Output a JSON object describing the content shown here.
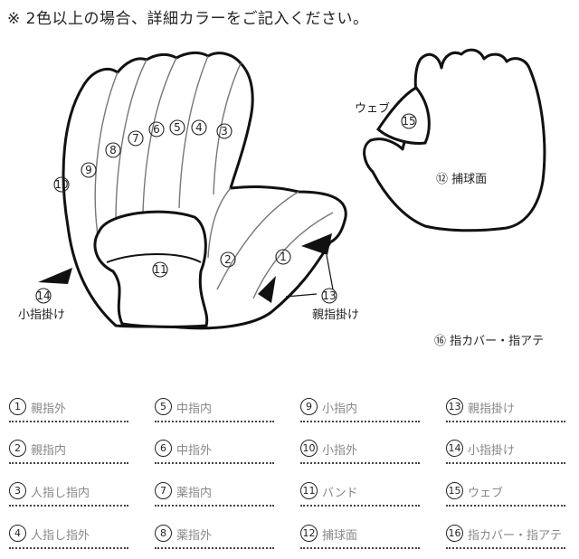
{
  "note": "※ 2色以上の場合、詳細カラーをご記入ください。",
  "diagram_labels": {
    "web": "ウェブ",
    "catching_face": "⑫ 捕球面",
    "little_finger_hook": "小指掛け",
    "thumb_hook": "親指掛け",
    "finger_cover": "⑯ 指カバー・指アテ"
  },
  "legend": [
    {
      "num": "①",
      "label": "親指外"
    },
    {
      "num": "②",
      "label": "親指内"
    },
    {
      "num": "③",
      "label": "人指し指内"
    },
    {
      "num": "④",
      "label": "人指し指外"
    },
    {
      "num": "⑤",
      "label": "中指内"
    },
    {
      "num": "⑥",
      "label": "中指外"
    },
    {
      "num": "⑦",
      "label": "薬指内"
    },
    {
      "num": "⑧",
      "label": "薬指外"
    },
    {
      "num": "⑨",
      "label": "小指内"
    },
    {
      "num": "⑩",
      "label": "小指外"
    },
    {
      "num": "⑪",
      "label": "バンド"
    },
    {
      "num": "⑫",
      "label": "捕球面"
    },
    {
      "num": "⑬",
      "label": "親指掛け"
    },
    {
      "num": "⑭",
      "label": "小指掛け"
    },
    {
      "num": "⑮",
      "label": "ウェブ"
    },
    {
      "num": "⑯",
      "label": "指カバー・指アテ"
    }
  ]
}
